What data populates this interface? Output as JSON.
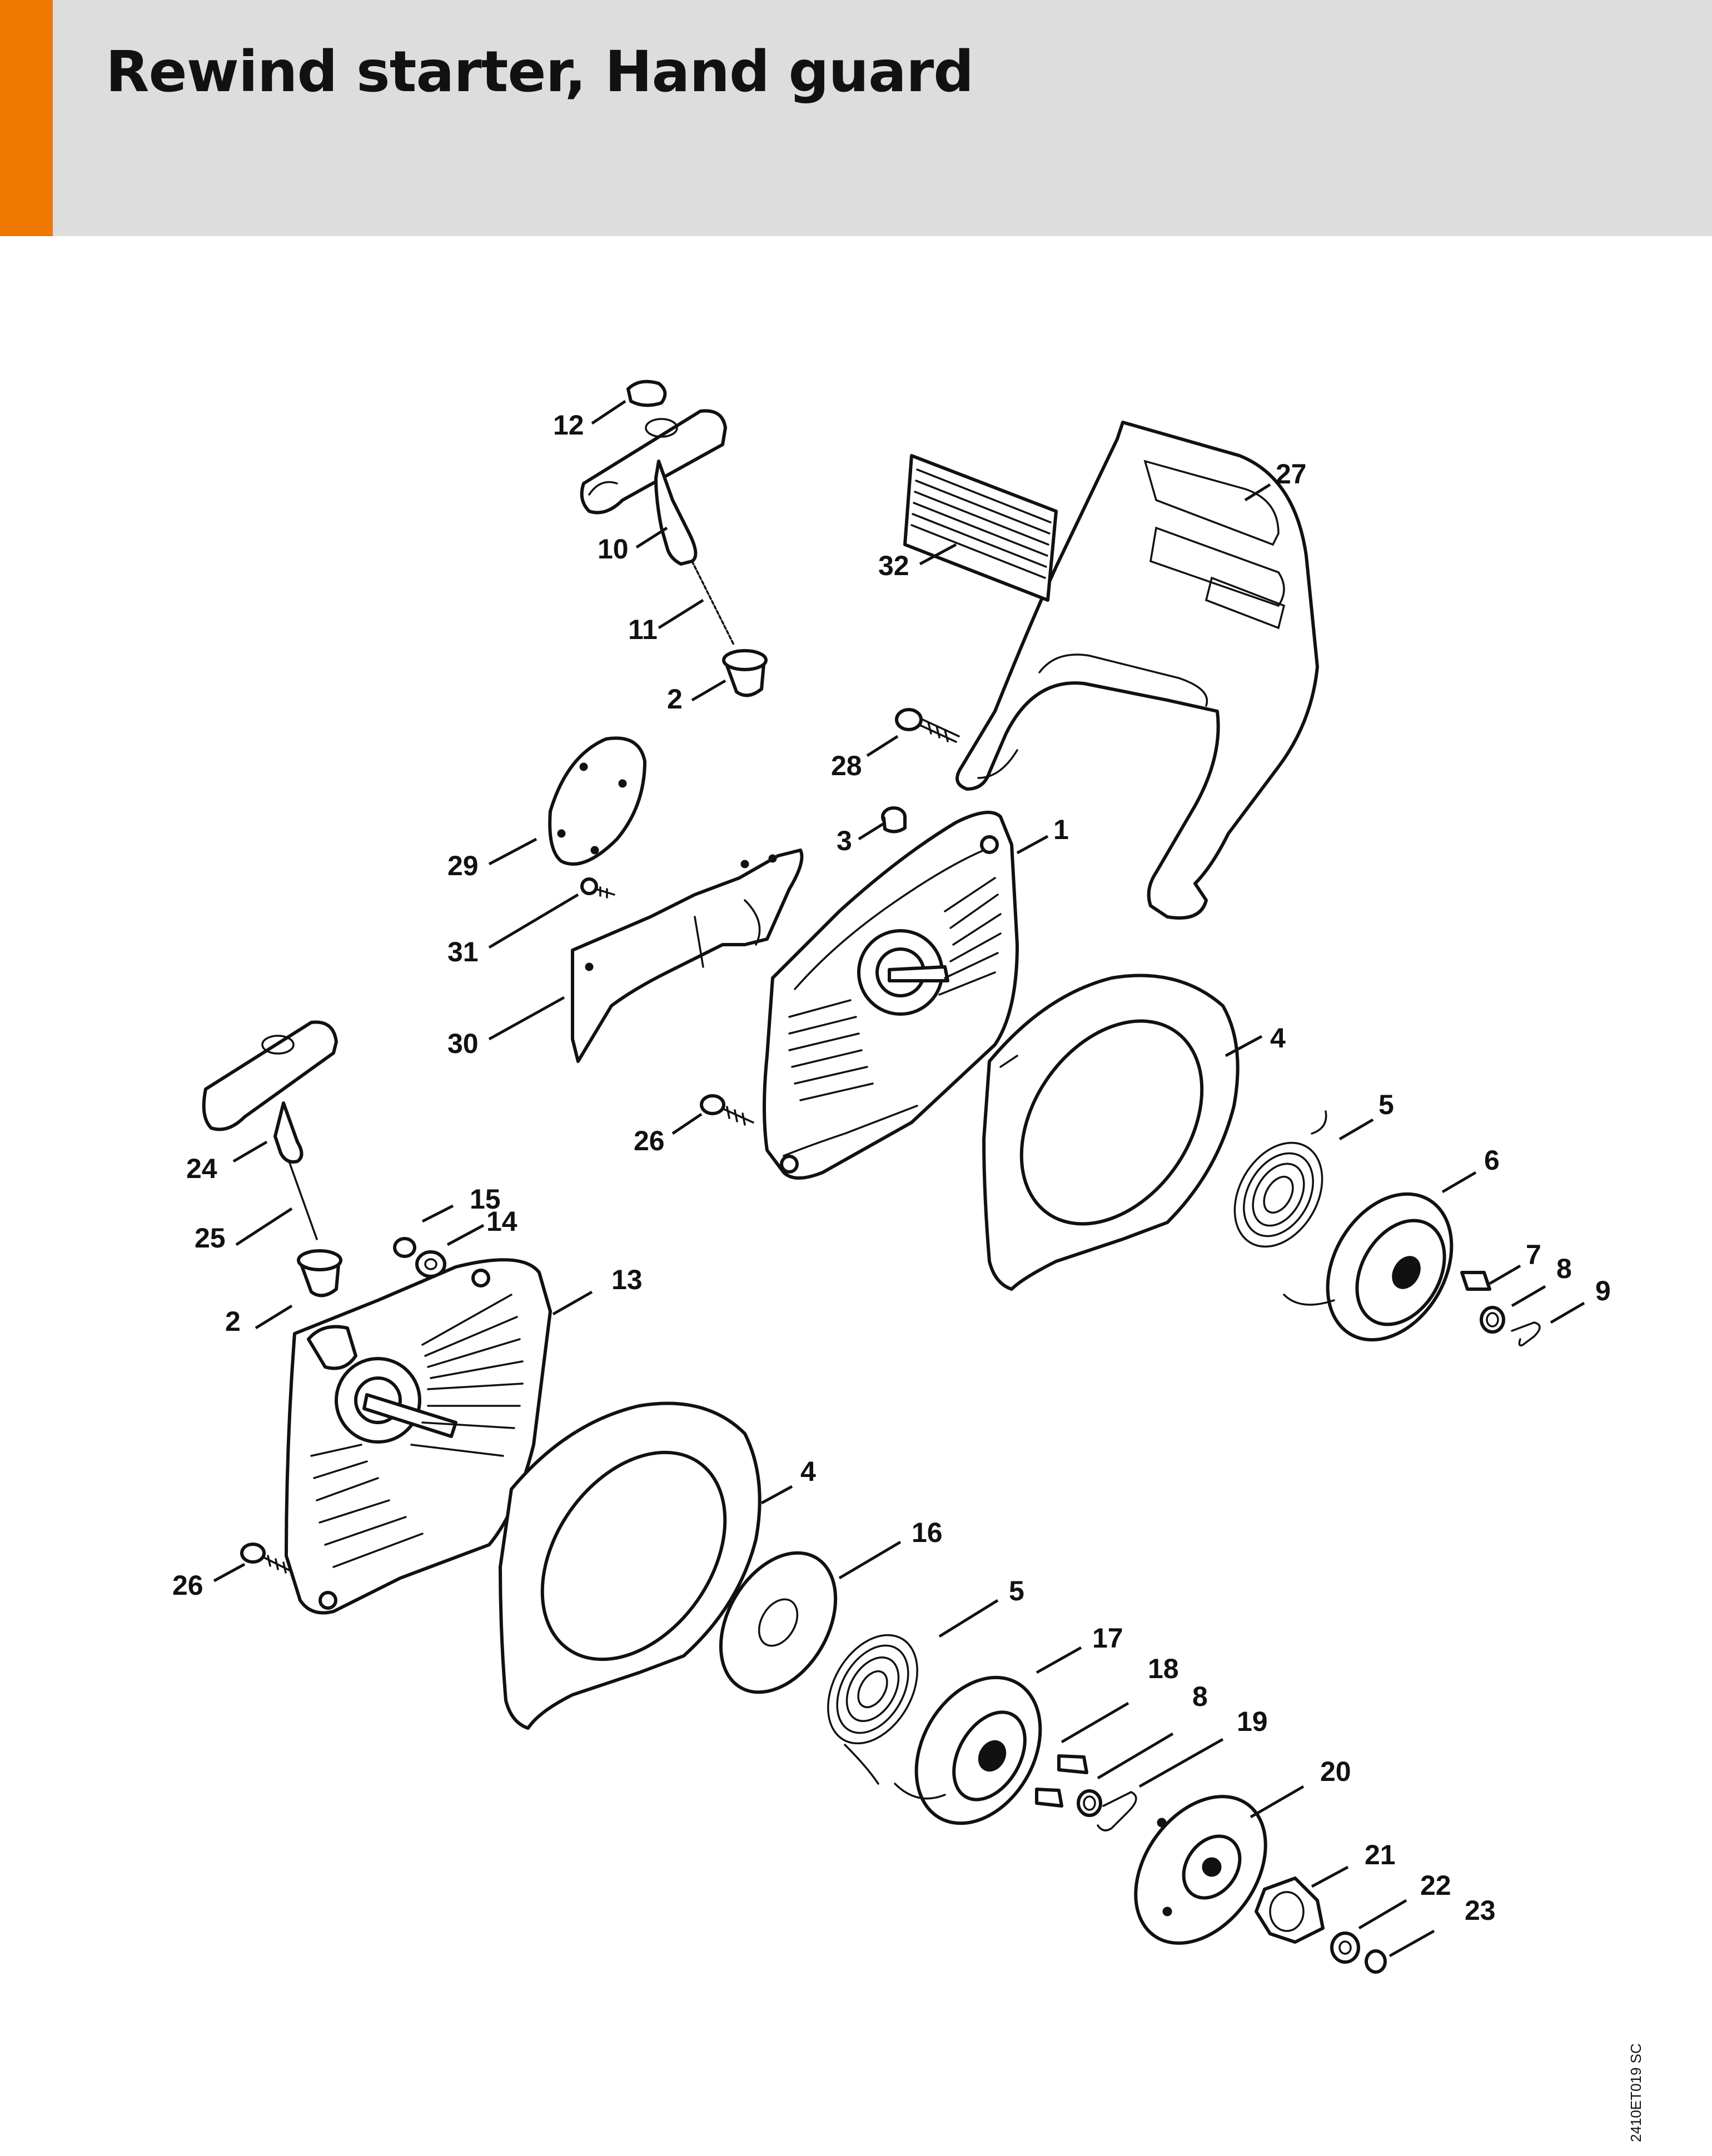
{
  "page": {
    "title": "Rewind starter, Hand guard",
    "accent_color": "#f07800",
    "header_color": "#dcdddc",
    "drawing_code": "2410ET019 SC"
  },
  "callouts": [
    {
      "id": "c12",
      "label": "12"
    },
    {
      "id": "c27",
      "label": "27"
    },
    {
      "id": "c10",
      "label": "10"
    },
    {
      "id": "c32",
      "label": "32"
    },
    {
      "id": "c11",
      "label": "11"
    },
    {
      "id": "c2a",
      "label": "2"
    },
    {
      "id": "c28",
      "label": "28"
    },
    {
      "id": "c1",
      "label": "1"
    },
    {
      "id": "c3",
      "label": "3"
    },
    {
      "id": "c29",
      "label": "29"
    },
    {
      "id": "c31",
      "label": "31"
    },
    {
      "id": "c30",
      "label": "30"
    },
    {
      "id": "c4a",
      "label": "4"
    },
    {
      "id": "c5a",
      "label": "5"
    },
    {
      "id": "c26a",
      "label": "26"
    },
    {
      "id": "c24",
      "label": "24"
    },
    {
      "id": "c6",
      "label": "6"
    },
    {
      "id": "c15",
      "label": "15"
    },
    {
      "id": "c7",
      "label": "7"
    },
    {
      "id": "c14",
      "label": "14"
    },
    {
      "id": "c25",
      "label": "25"
    },
    {
      "id": "c8a",
      "label": "8"
    },
    {
      "id": "c13",
      "label": "13"
    },
    {
      "id": "c9",
      "label": "9"
    },
    {
      "id": "c2b",
      "label": "2"
    },
    {
      "id": "c4b",
      "label": "4"
    },
    {
      "id": "c16",
      "label": "16"
    },
    {
      "id": "c26b",
      "label": "26"
    },
    {
      "id": "c5b",
      "label": "5"
    },
    {
      "id": "c17",
      "label": "17"
    },
    {
      "id": "c18",
      "label": "18"
    },
    {
      "id": "c8b",
      "label": "8"
    },
    {
      "id": "c19",
      "label": "19"
    },
    {
      "id": "c20",
      "label": "20"
    },
    {
      "id": "c21",
      "label": "21"
    },
    {
      "id": "c22",
      "label": "22"
    },
    {
      "id": "c23",
      "label": "23"
    }
  ]
}
